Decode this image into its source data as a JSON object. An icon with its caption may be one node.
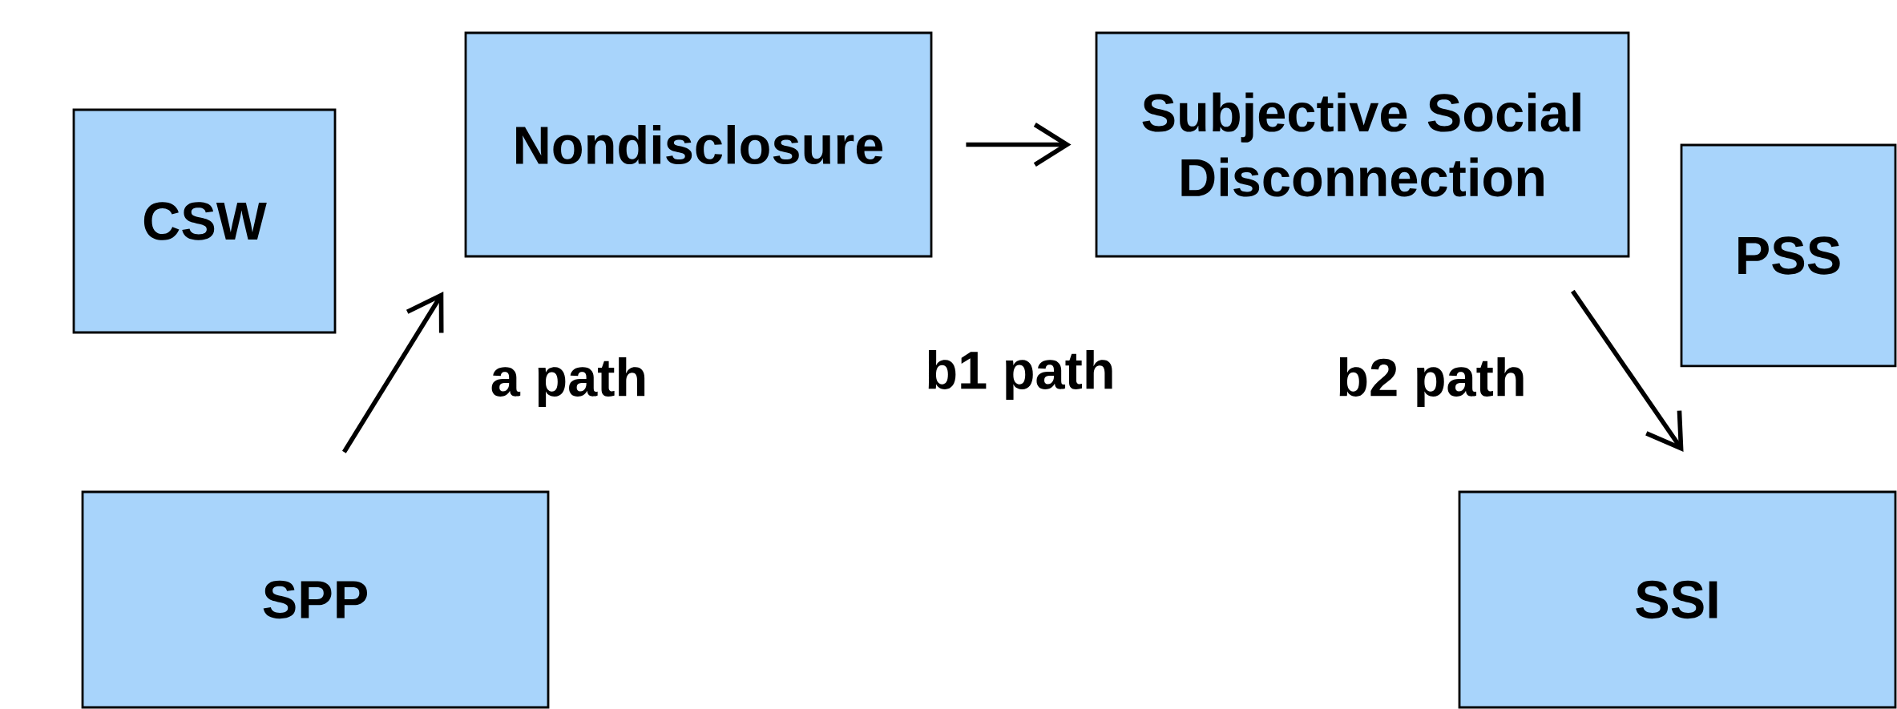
{
  "diagram": {
    "nodes": [
      {
        "text": [
          "CSW"
        ]
      },
      {
        "text": [
          "Nondisclosure"
        ]
      },
      {
        "text": [
          "Subjective Social Disconnection"
        ]
      },
      {
        "text": [
          "PSS"
        ]
      },
      {
        "text": [
          "SPP"
        ]
      },
      {
        "text": [
          "SSI"
        ]
      }
    ],
    "edges": [
      {
        "from": 4,
        "to": 1,
        "arrow": "to"
      },
      {
        "from": 1,
        "to": 2,
        "arrow": "to"
      },
      {
        "from": 2,
        "to": 5,
        "arrow": "to"
      }
    ],
    "labels": [
      "a path",
      "b1 path",
      "b2 path"
    ]
  }
}
